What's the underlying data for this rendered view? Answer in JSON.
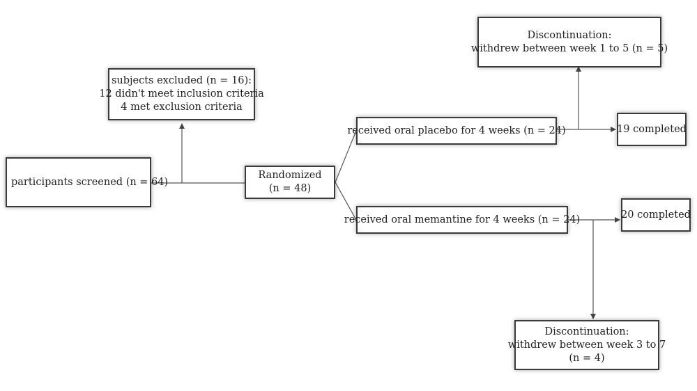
{
  "diagram": {
    "screened": {
      "lines": [
        "participants screened (n = 64)"
      ]
    },
    "excluded": {
      "lines": [
        "subjects excluded (n = 16):",
        "12 didn't meet inclusion criteria",
        "4 met exclusion criteria"
      ]
    },
    "randomized": {
      "lines": [
        "Randomized",
        "(n = 48)"
      ]
    },
    "placebo": {
      "lines": [
        "received oral placebo for 4 weeks (n = 24)"
      ]
    },
    "memantine": {
      "lines": [
        "received oral memantine for 4 weeks (n = 24)"
      ]
    },
    "placebo_completed": {
      "lines": [
        "19 completed"
      ]
    },
    "memantine_completed": {
      "lines": [
        "20 completed"
      ]
    },
    "placebo_discontinued": {
      "lines": [
        "Discontinuation:",
        "withdrew between week 1 to 5 (n = 5)"
      ]
    },
    "memantine_discontinued": {
      "lines": [
        "Discontinuation:",
        "withdrew between week 3 to 7",
        "(n = 4)"
      ]
    }
  },
  "colors": {
    "border": "#3a3a3a",
    "line": "#555555",
    "text": "#222222"
  }
}
